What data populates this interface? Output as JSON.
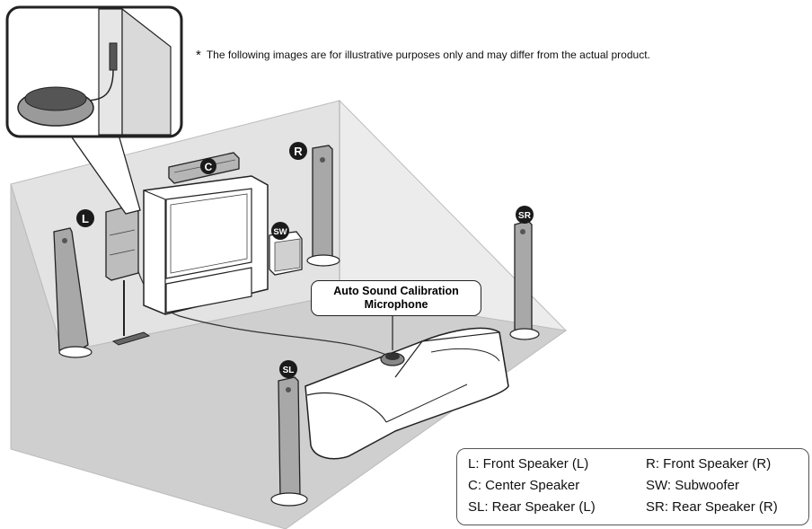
{
  "disclaimer": {
    "star": "*",
    "text": "The following images are for illustrative purposes only and may differ from the actual product."
  },
  "mic_callout": {
    "line1": "Auto Sound Calibration",
    "line2": "Microphone"
  },
  "badges": {
    "left": "L",
    "center": "C",
    "right": "R",
    "subwoofer": "SW",
    "rear_left": "SL",
    "rear_right": "SR"
  },
  "legend": {
    "front_left": "L: Front Speaker (L)",
    "front_right": "R: Front Speaker (R)",
    "center": "C: Center Speaker",
    "subwoofer": "SW: Subwoofer",
    "rear_left": "SL: Rear Speaker (L)",
    "rear_right": "SR: Rear Speaker (R)"
  },
  "colors": {
    "floor": "#cccccc",
    "wall": "#e6e6e6",
    "outline": "#1a1a1a",
    "speaker": "#9a9a9a",
    "badge": "#1a1a1a"
  }
}
